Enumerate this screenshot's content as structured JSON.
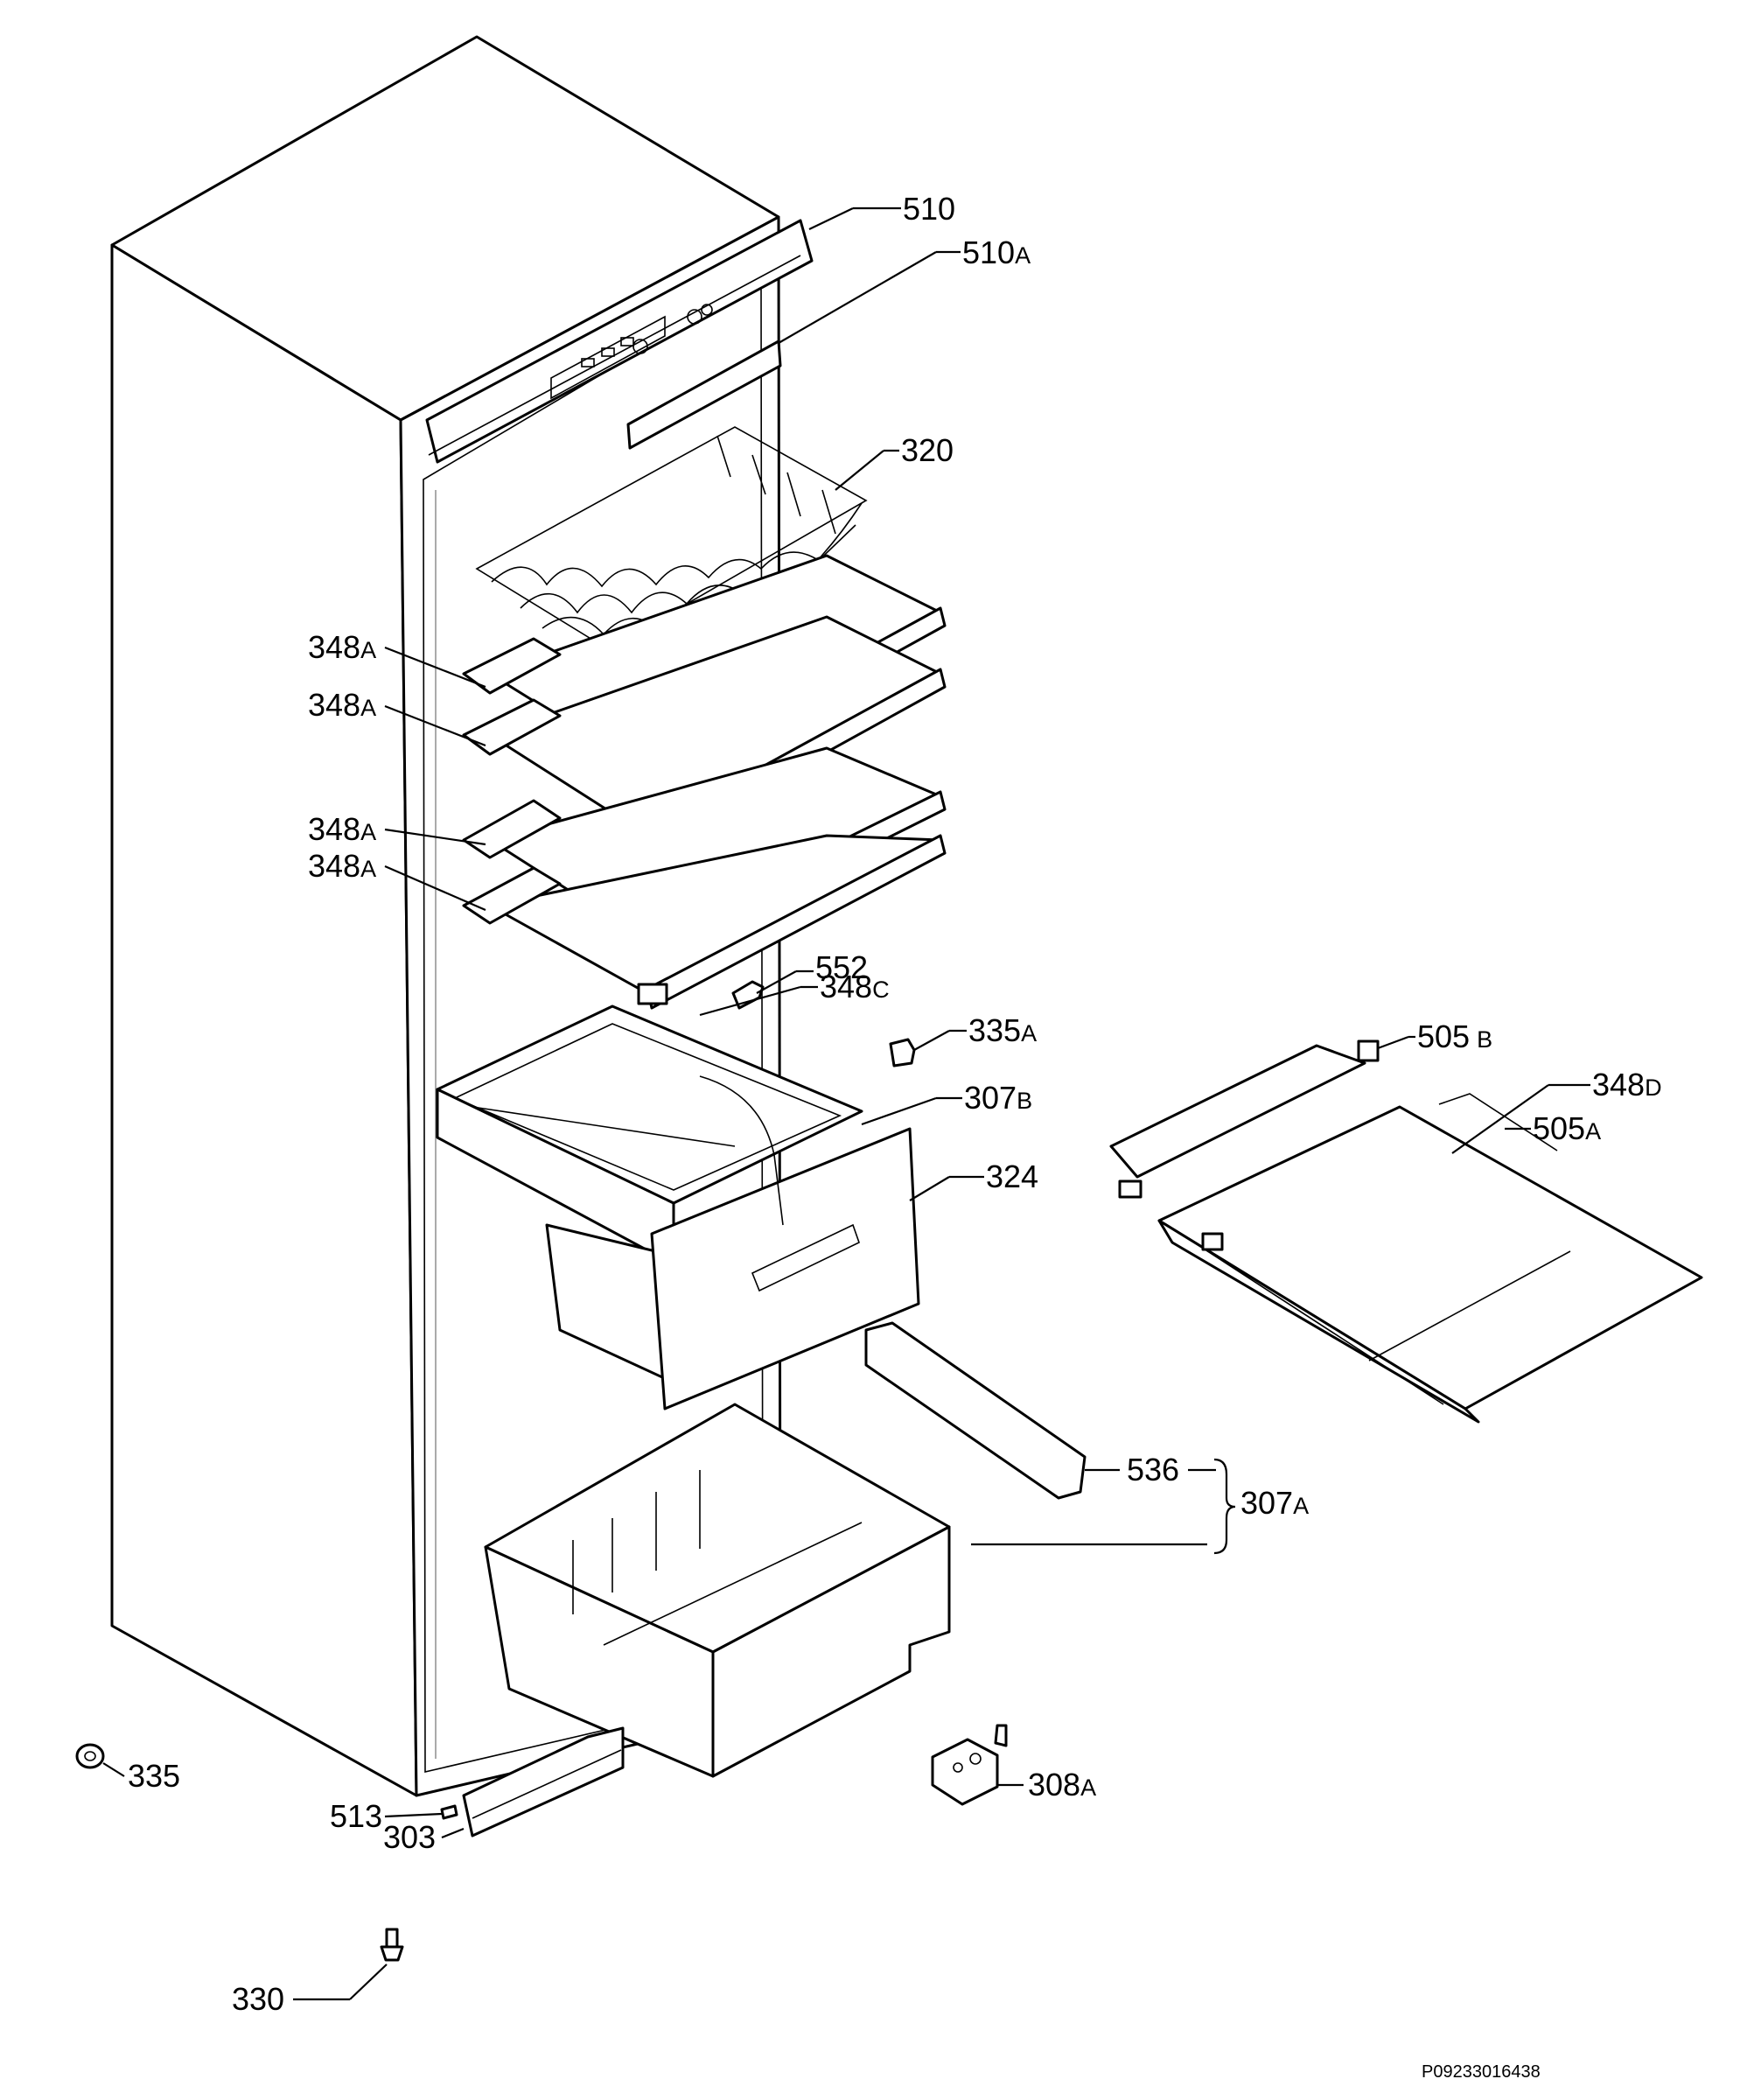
{
  "document_code": "P09233016438",
  "callouts": {
    "c510": {
      "num": "510",
      "suffix": ""
    },
    "c510a": {
      "num": "510",
      "suffix": "A"
    },
    "c320": {
      "num": "320",
      "suffix": ""
    },
    "c348a_1": {
      "num": "348",
      "suffix": "A"
    },
    "c348a_2": {
      "num": "348",
      "suffix": "A"
    },
    "c348a_3": {
      "num": "348",
      "suffix": "A"
    },
    "c348a_4": {
      "num": "348",
      "suffix": "A"
    },
    "c552": {
      "num": "552",
      "suffix": ""
    },
    "c348c": {
      "num": "348",
      "suffix": "C"
    },
    "c335a": {
      "num": "335",
      "suffix": "A"
    },
    "c307b": {
      "num": "307",
      "suffix": "B"
    },
    "c324": {
      "num": "324",
      "suffix": ""
    },
    "c505b": {
      "num": "505",
      "suffix": "B"
    },
    "c348d": {
      "num": "348",
      "suffix": "D"
    },
    "c505a": {
      "num": "505",
      "suffix": "A"
    },
    "c536": {
      "num": "536",
      "suffix": ""
    },
    "c307a": {
      "num": "307",
      "suffix": "A"
    },
    "c335": {
      "num": "335",
      "suffix": ""
    },
    "c513": {
      "num": "513",
      "suffix": ""
    },
    "c303": {
      "num": "303",
      "suffix": ""
    },
    "c308a": {
      "num": "308",
      "suffix": "A"
    },
    "c330": {
      "num": "330",
      "suffix": ""
    }
  }
}
